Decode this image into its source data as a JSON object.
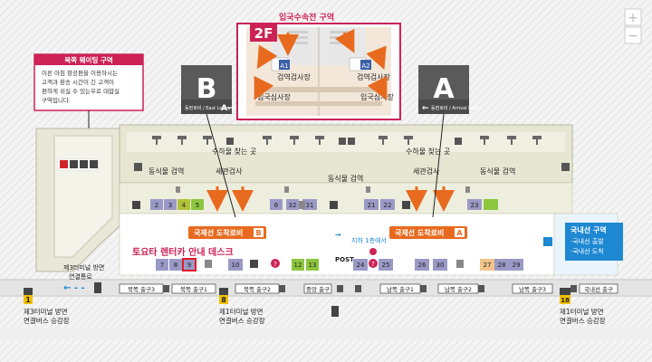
{
  "floor_badge": {
    "caption": "입국수속전 구역",
    "floor": "2F"
  },
  "upper": {
    "labels": [
      "검역검사장",
      "검역검사장",
      "입국심사장",
      "입국심사장"
    ],
    "gates": [
      "A1",
      "A2"
    ]
  },
  "wing_b": {
    "letter": "B",
    "sub_label": "동편로비 / East Lobby"
  },
  "wing_a": {
    "letter": "A",
    "sub_label": "동편로비 / Arrival Lobby"
  },
  "waiting_box": {
    "title": "북쪽 웨이팅 구역",
    "lines": [
      "이른 아침 항공편을 이용하시는",
      "고객과 환승 시간이 긴 고객이",
      "편하게 쉬실 수 있는우로 대합실",
      "구역입니다."
    ]
  },
  "areas": {
    "baggage_left": "수하물 찾는 곳",
    "baggage_right": "수하물 찾는 곳",
    "quarantine_left": "동식물 검역",
    "quarantine_center": "동식물 검역",
    "quarantine_right": "동식물 검역",
    "customs_left": "세관검사",
    "customs_right": "세관검사"
  },
  "lobbies": {
    "b": "국제선 도착로비",
    "b_letter": "B",
    "a": "국제선 도착로비",
    "a_letter": "A"
  },
  "toyota": "토요타 렌터카 안내 데스크",
  "from_1f": "지하 1층에서",
  "post": "POST",
  "domestic": {
    "title": "국내선 구역",
    "items": [
      "·국내선 출발",
      "·국내선 도착"
    ]
  },
  "connect_path": {
    "line1": "제3터미널 방면",
    "line2": "연결통로"
  },
  "doors": [
    "북쪽 출구3",
    "북쪽 출구2",
    "북쪽 출구1",
    "중앙 출구",
    "남쪽 출구1",
    "남쪽 출구2",
    "남쪽 출구3",
    "국내선 출구"
  ],
  "bus_stops": [
    {
      "num": "1",
      "line1": "제3터미널 방면",
      "line2": "연결버스 승강장"
    },
    {
      "num": "8",
      "line1": "제1터미널 방면",
      "line2": "연결버스 승강장"
    },
    {
      "num": "18",
      "line1": "제1터미널 방면",
      "line2": "연결버스 승강장"
    }
  ],
  "desks_upper": [
    "2",
    "3",
    "4",
    "5",
    "6",
    "32",
    "31",
    "21",
    "22",
    "23"
  ],
  "desks_lower": [
    "7",
    "8",
    "9",
    "10",
    "12",
    "13",
    "24",
    "25",
    "26",
    "30",
    "27",
    "28",
    "29"
  ],
  "zoom": {
    "in": "+",
    "out": "−"
  },
  "colors": {
    "accent_red": "#cc2255",
    "orange": "#e86a1e",
    "green": "#8cc63f",
    "olive": "#b0c23a",
    "domestic_blue": "#1e88d2",
    "yellow": "#f2c000"
  }
}
